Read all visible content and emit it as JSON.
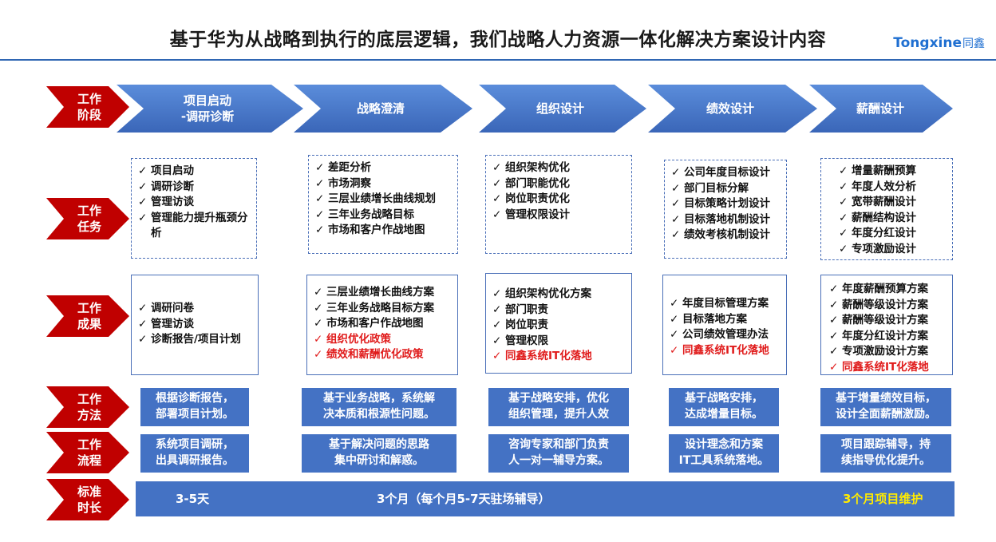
{
  "header": {
    "title": "基于华为从战略到执行的底层逻辑，我们战略人力资源一体化解决方案设计内容",
    "logo_text": "Tongxine",
    "logo_cn": "同鑫"
  },
  "colors": {
    "accent_blue": "#4472c4",
    "red_label": "#c00000",
    "highlight_red": "#e01b1b",
    "highlight_yellow": "#ffeb00"
  },
  "row_labels": {
    "stage": [
      "工作",
      "阶段"
    ],
    "task": [
      "工作",
      "任务"
    ],
    "result": [
      "工作",
      "成果"
    ],
    "method": [
      "工作",
      "方法"
    ],
    "flow": [
      "工作",
      "流程"
    ],
    "duration": [
      "标准",
      "时长"
    ]
  },
  "stages": [
    {
      "line1": "项目启动",
      "line2": "-调研诊断"
    },
    {
      "line1": "战略澄清",
      "line2": ""
    },
    {
      "line1": "组织设计",
      "line2": ""
    },
    {
      "line1": "绩效设计",
      "line2": ""
    },
    {
      "line1": "薪酬设计",
      "line2": ""
    }
  ],
  "tasks": [
    [
      "项目启动",
      "调研诊断",
      "管理访谈",
      "管理能力提升瓶颈分析"
    ],
    [
      "差距分析",
      "市场洞察",
      "三层业绩增长曲线规划",
      "三年业务战略目标",
      "市场和客户作战地图"
    ],
    [
      "组织架构优化",
      "部门职能优化",
      "岗位职责优化",
      "管理权限设计"
    ],
    [
      "公司年度目标设计",
      "部门目标分解",
      "目标策略计划设计",
      "目标落地机制设计",
      "绩效考核机制设计"
    ],
    [
      "增量薪酬预算",
      "年度人效分析",
      "宽带薪酬设计",
      "薪酬结构设计",
      "年度分红设计",
      "专项激励设计"
    ]
  ],
  "results": [
    [
      "调研问卷",
      "管理访谈",
      "诊断报告/项目计划"
    ],
    [
      "三层业绩增长曲线方案",
      "三年业务战略目标方案",
      "市场和客户作战地图",
      "组织优化政策",
      "绩效和薪酬优化政策"
    ],
    [
      "组织架构优化方案",
      "部门职责",
      "岗位职责",
      "管理权限",
      "同鑫系统IT化落地"
    ],
    [
      "年度目标管理方案",
      "目标落地方案",
      "公司绩效管理办法",
      "同鑫系统IT化落地"
    ],
    [
      "年度薪酬预算方案",
      "薪酬等级设计方案",
      "薪酬等级设计方案",
      "年度分红设计方案",
      "专项激励设计方案",
      "同鑫系统IT化落地"
    ]
  ],
  "methods": [
    [
      "根据诊断报告，",
      "部署项目计划。"
    ],
    [
      "基于业务战略，系统解",
      "决本质和根源性问题。"
    ],
    [
      "基于战略安排，优化",
      "组织管理，提升人效"
    ],
    [
      "基于战略安排，",
      "达成增量目标。"
    ],
    [
      "基于增量绩效目标，",
      "设计全面薪酬激励。"
    ]
  ],
  "flows": [
    [
      "系统项目调研，",
      "出具调研报告。"
    ],
    [
      "基于解决问题的思路",
      "集中研讨和解惑。"
    ],
    [
      "咨询专家和部门负责",
      "人一对一辅导方案。"
    ],
    [
      "设计理念和方案",
      "IT工具系统落地。"
    ],
    [
      "项目跟踪辅导，持",
      "续指导优化提升。"
    ]
  ],
  "duration": {
    "first": "3-5天",
    "middle": "3个月（每个月5-7天驻场辅导）",
    "last": "3个月项目维护"
  }
}
